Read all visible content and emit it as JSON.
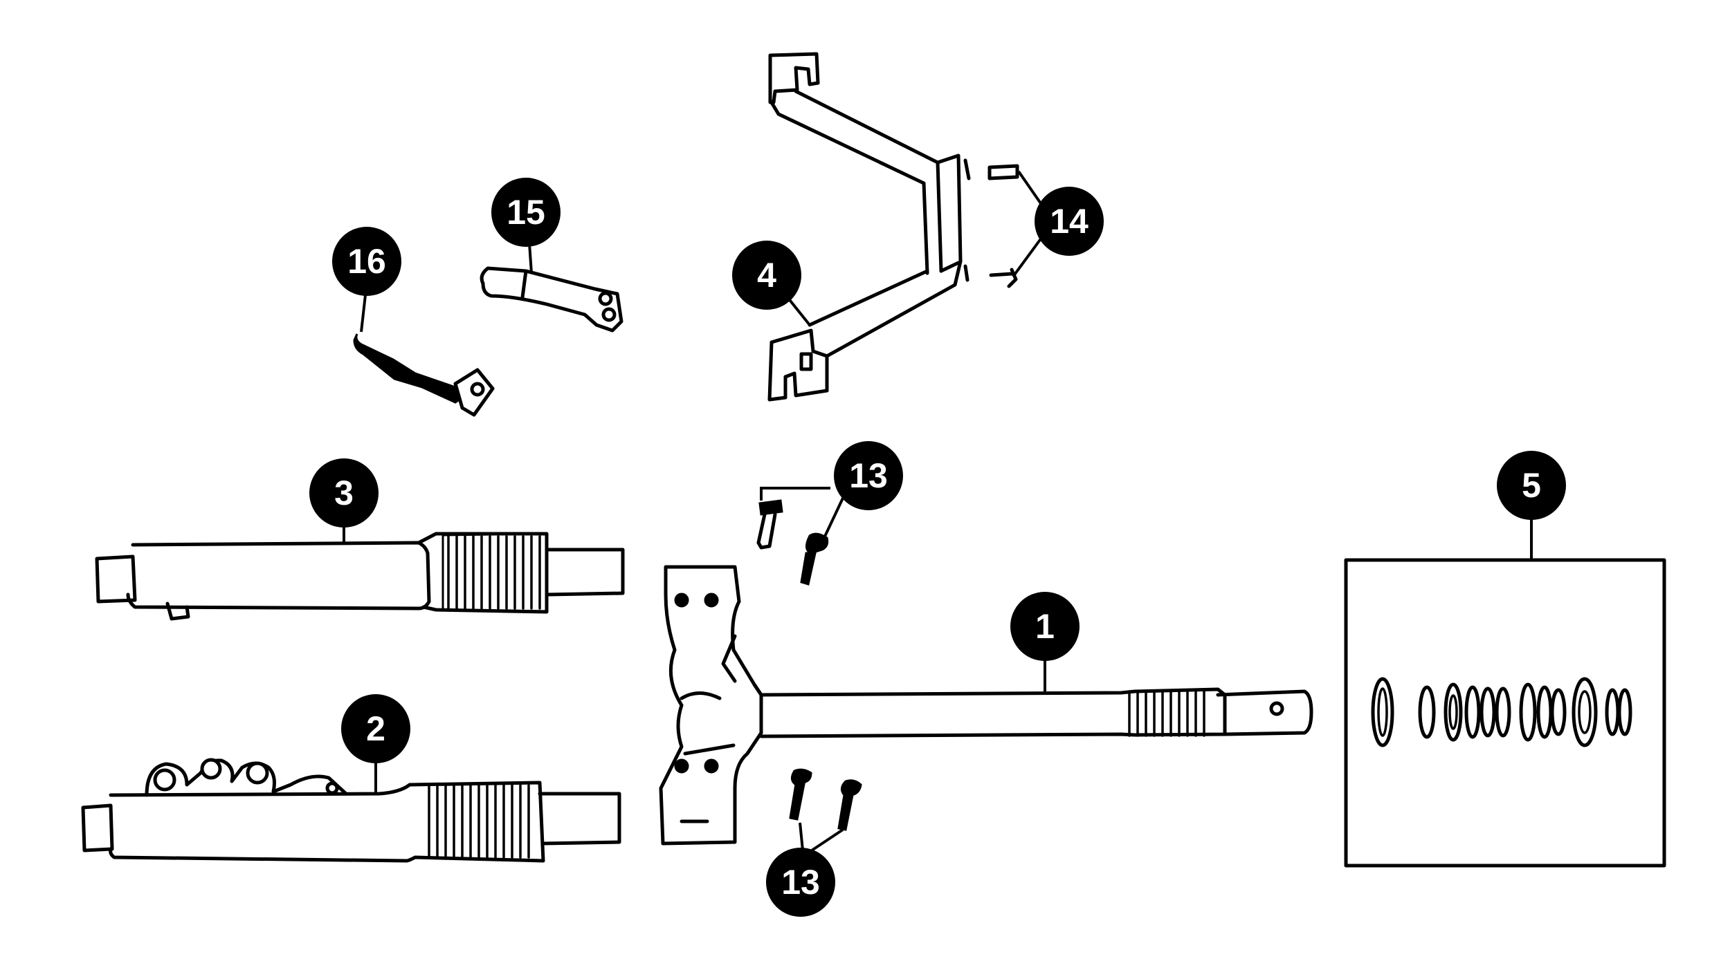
{
  "callouts": {
    "c1": "1",
    "c2": "2",
    "c3": "3",
    "c4": "4",
    "c5": "5",
    "c13a": "13",
    "c13b": "13",
    "c14": "14",
    "c15": "15",
    "c16": "16"
  }
}
